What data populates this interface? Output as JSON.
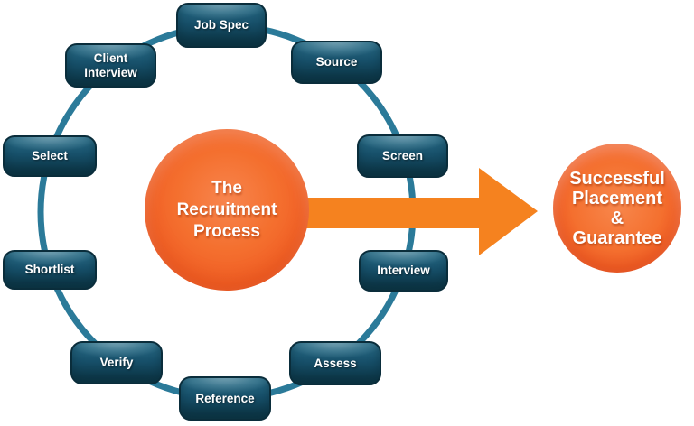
{
  "diagram": {
    "title": "The Recruitment Process",
    "center_circle": {
      "lines": {
        "0": "The",
        "1": "Recruitment",
        "2": "Process"
      }
    },
    "steps": [
      {
        "label": "Job Spec"
      },
      {
        "label": "Source"
      },
      {
        "label": "Screen"
      },
      {
        "label": "Interview"
      },
      {
        "label": "Assess"
      },
      {
        "label": "Reference"
      },
      {
        "label": "Verify"
      },
      {
        "label": "Shortlist"
      },
      {
        "label": "Select"
      },
      {
        "label": "Client Interview"
      }
    ],
    "result_circle": {
      "lines": {
        "0": "Successful",
        "1": "Placement",
        "2": "&",
        "3": "Guarantee"
      }
    },
    "colors": {
      "box_teal_dark": "#0e3a4c",
      "box_teal_light": "#2a6d88",
      "ring_teal": "#2b7a99",
      "arrow_orange": "#f5821f",
      "circle_orange": "#f05a22",
      "text_white": "#ffffff"
    }
  }
}
